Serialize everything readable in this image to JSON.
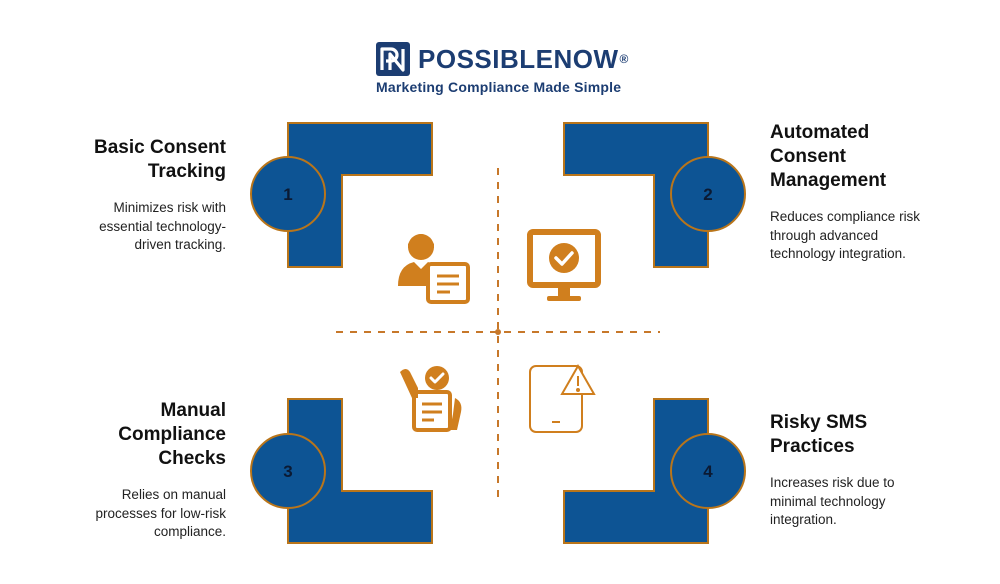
{
  "brand": {
    "name": "POSSIBLENOW",
    "registered": "®",
    "tagline": "Marketing Compliance Made Simple",
    "mark_letters": "PN"
  },
  "colors": {
    "navy": "#0d5494",
    "outline": "#b9751a",
    "icon_orange": "#d07f1e",
    "logo_navy": "#1c3d72",
    "divider": "#c7782a"
  },
  "quadrants": [
    {
      "number": "1",
      "title": "Basic Consent\nTracking",
      "description": "Minimizes risk with\nessential technology-\ndriven tracking.",
      "icon": "person-document-icon"
    },
    {
      "number": "2",
      "title": "Automated\nConsent\nManagement",
      "description": "Reduces compliance risk\nthrough advanced\ntechnology integration.",
      "icon": "monitor-check-icon"
    },
    {
      "number": "3",
      "title": "Manual\nCompliance\nChecks",
      "description": "Relies on manual\nprocesses for low-risk\ncompliance.",
      "icon": "hand-checklist-icon"
    },
    {
      "number": "4",
      "title": "Risky SMS\nPractices",
      "description": "Increases risk due to\nminimal technology\nintegration.",
      "icon": "phone-warning-icon"
    }
  ]
}
